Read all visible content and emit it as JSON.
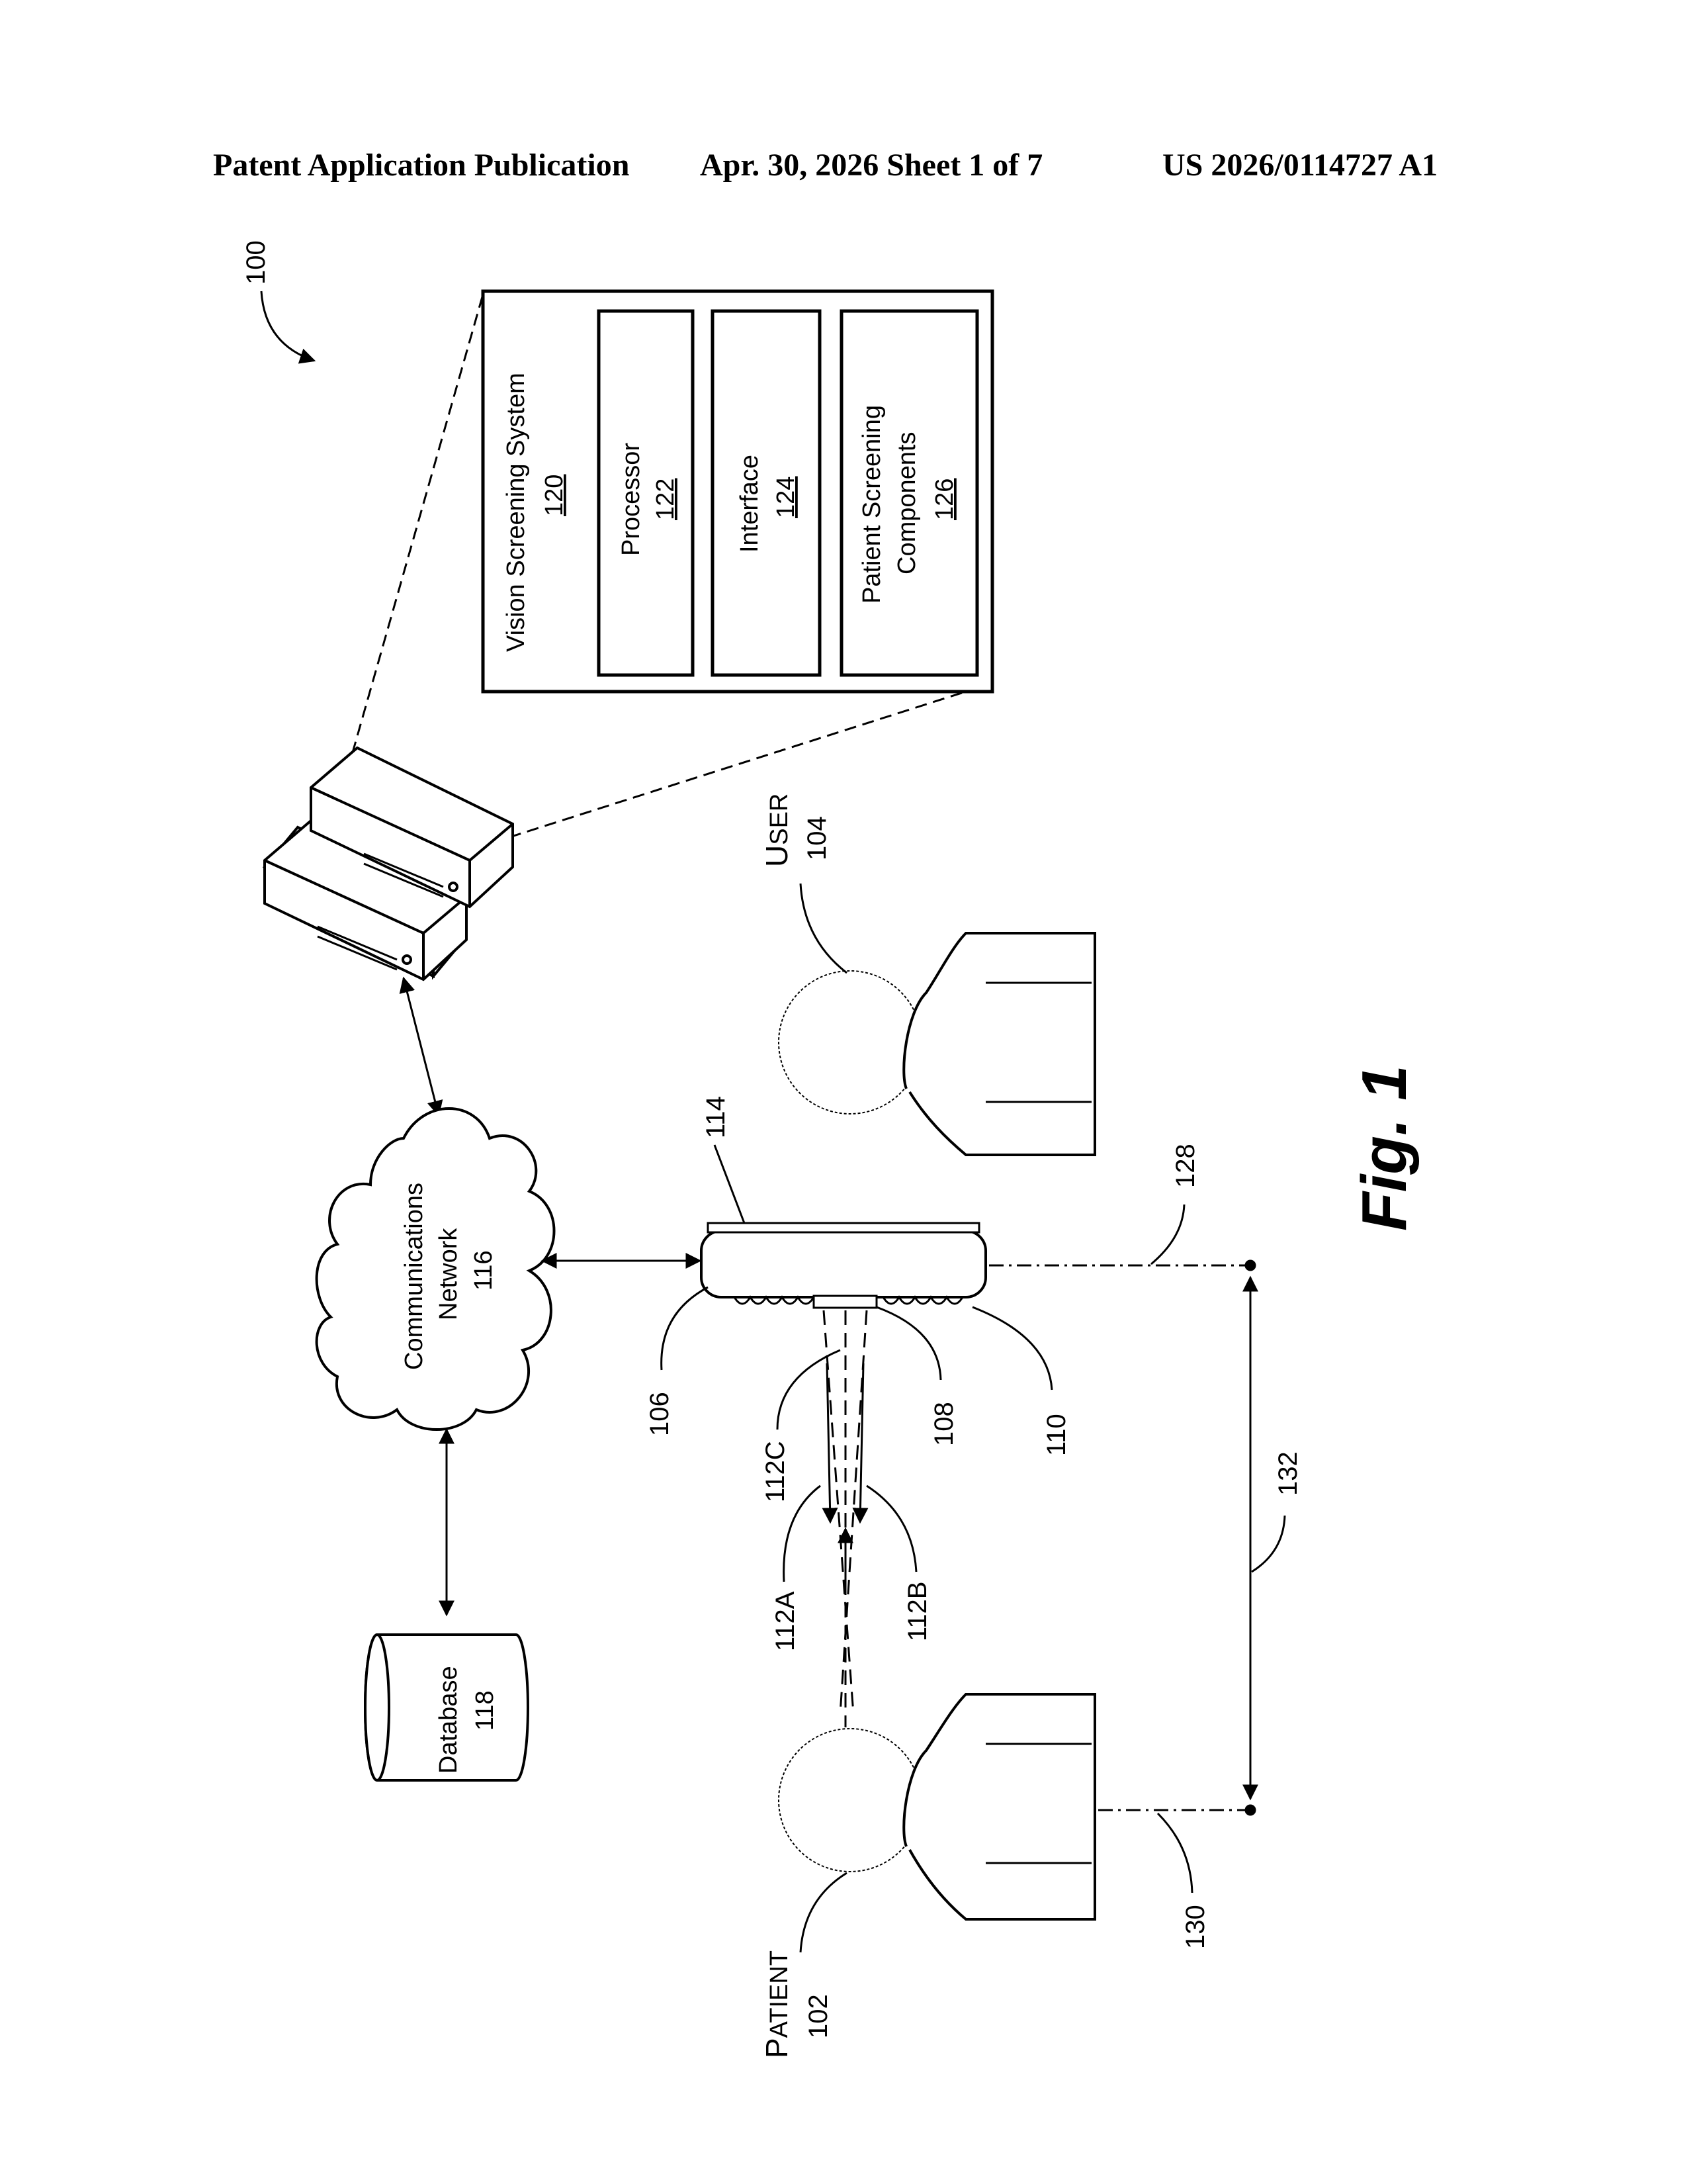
{
  "header": {
    "publication": "Patent Application Publication",
    "date_sheet": "Apr. 30, 2026  Sheet 1 of 7",
    "patent_number": "US 2026/0114727 A1"
  },
  "figure": {
    "label": "Fig. 1",
    "system_ref": "100"
  },
  "vision_system": {
    "title": "Vision Screening System",
    "ref": "120",
    "components": [
      {
        "name_line1": "Processor",
        "name_line2": "",
        "ref": "122"
      },
      {
        "name_line1": "Interface",
        "name_line2": "",
        "ref": "124"
      },
      {
        "name_line1": "Patient Screening",
        "name_line2": "Components",
        "ref": "126"
      }
    ]
  },
  "network": {
    "line1": "Communications",
    "line2": "Network",
    "ref": "116"
  },
  "database": {
    "name": "Database",
    "ref": "118"
  },
  "user": {
    "first": "U",
    "rest": "SER",
    "ref": "104"
  },
  "patient": {
    "first": "P",
    "rest": "ATIENT",
    "ref": "102"
  },
  "device_refs": {
    "display": "114",
    "device": "106",
    "sensor": "108",
    "lights": "110",
    "beam_a": "112A",
    "beam_b": "112B",
    "beam_c": "112C",
    "device_axis": "128",
    "patient_axis": "130",
    "distance": "132"
  }
}
